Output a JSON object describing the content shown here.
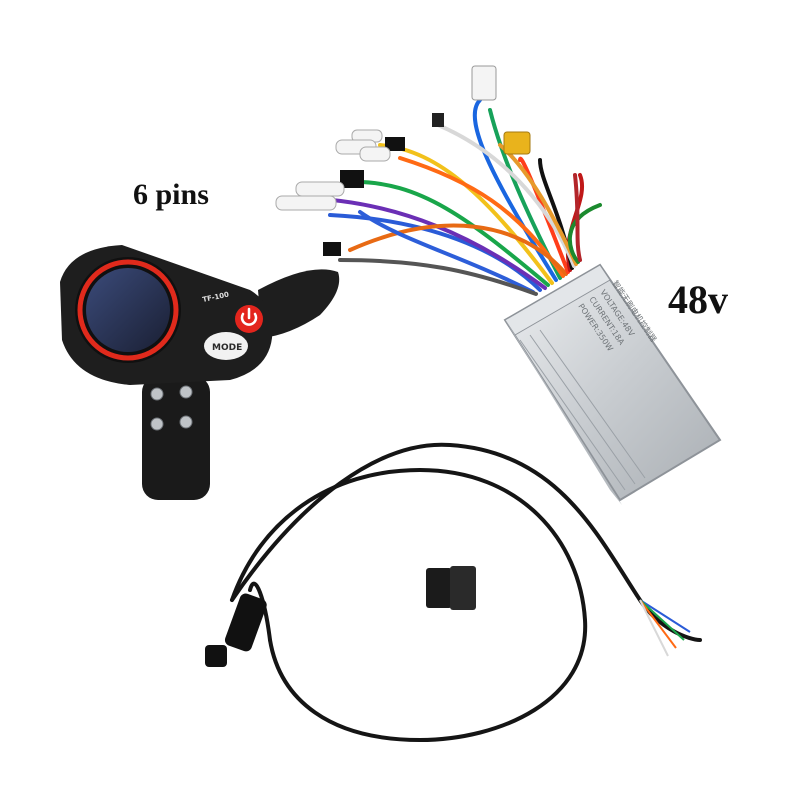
{
  "labels": {
    "pins": "6 pins",
    "voltage": "48v"
  },
  "display": {
    "model": "TF-100",
    "mode_button": "MODE",
    "power_icon": "power-icon"
  },
  "controller": {
    "label_lines": [
      "智能无刷电机控制器",
      "VOLTAGE:48V",
      "CURRENT:18A",
      "POWER:350W"
    ]
  },
  "colors": {
    "text": "#111111",
    "display_body": "#1e1e1e",
    "display_ring": "#e02a1c",
    "power_button": "#e3251d",
    "controller_body": "#d3d7db",
    "cable": "#151515"
  }
}
